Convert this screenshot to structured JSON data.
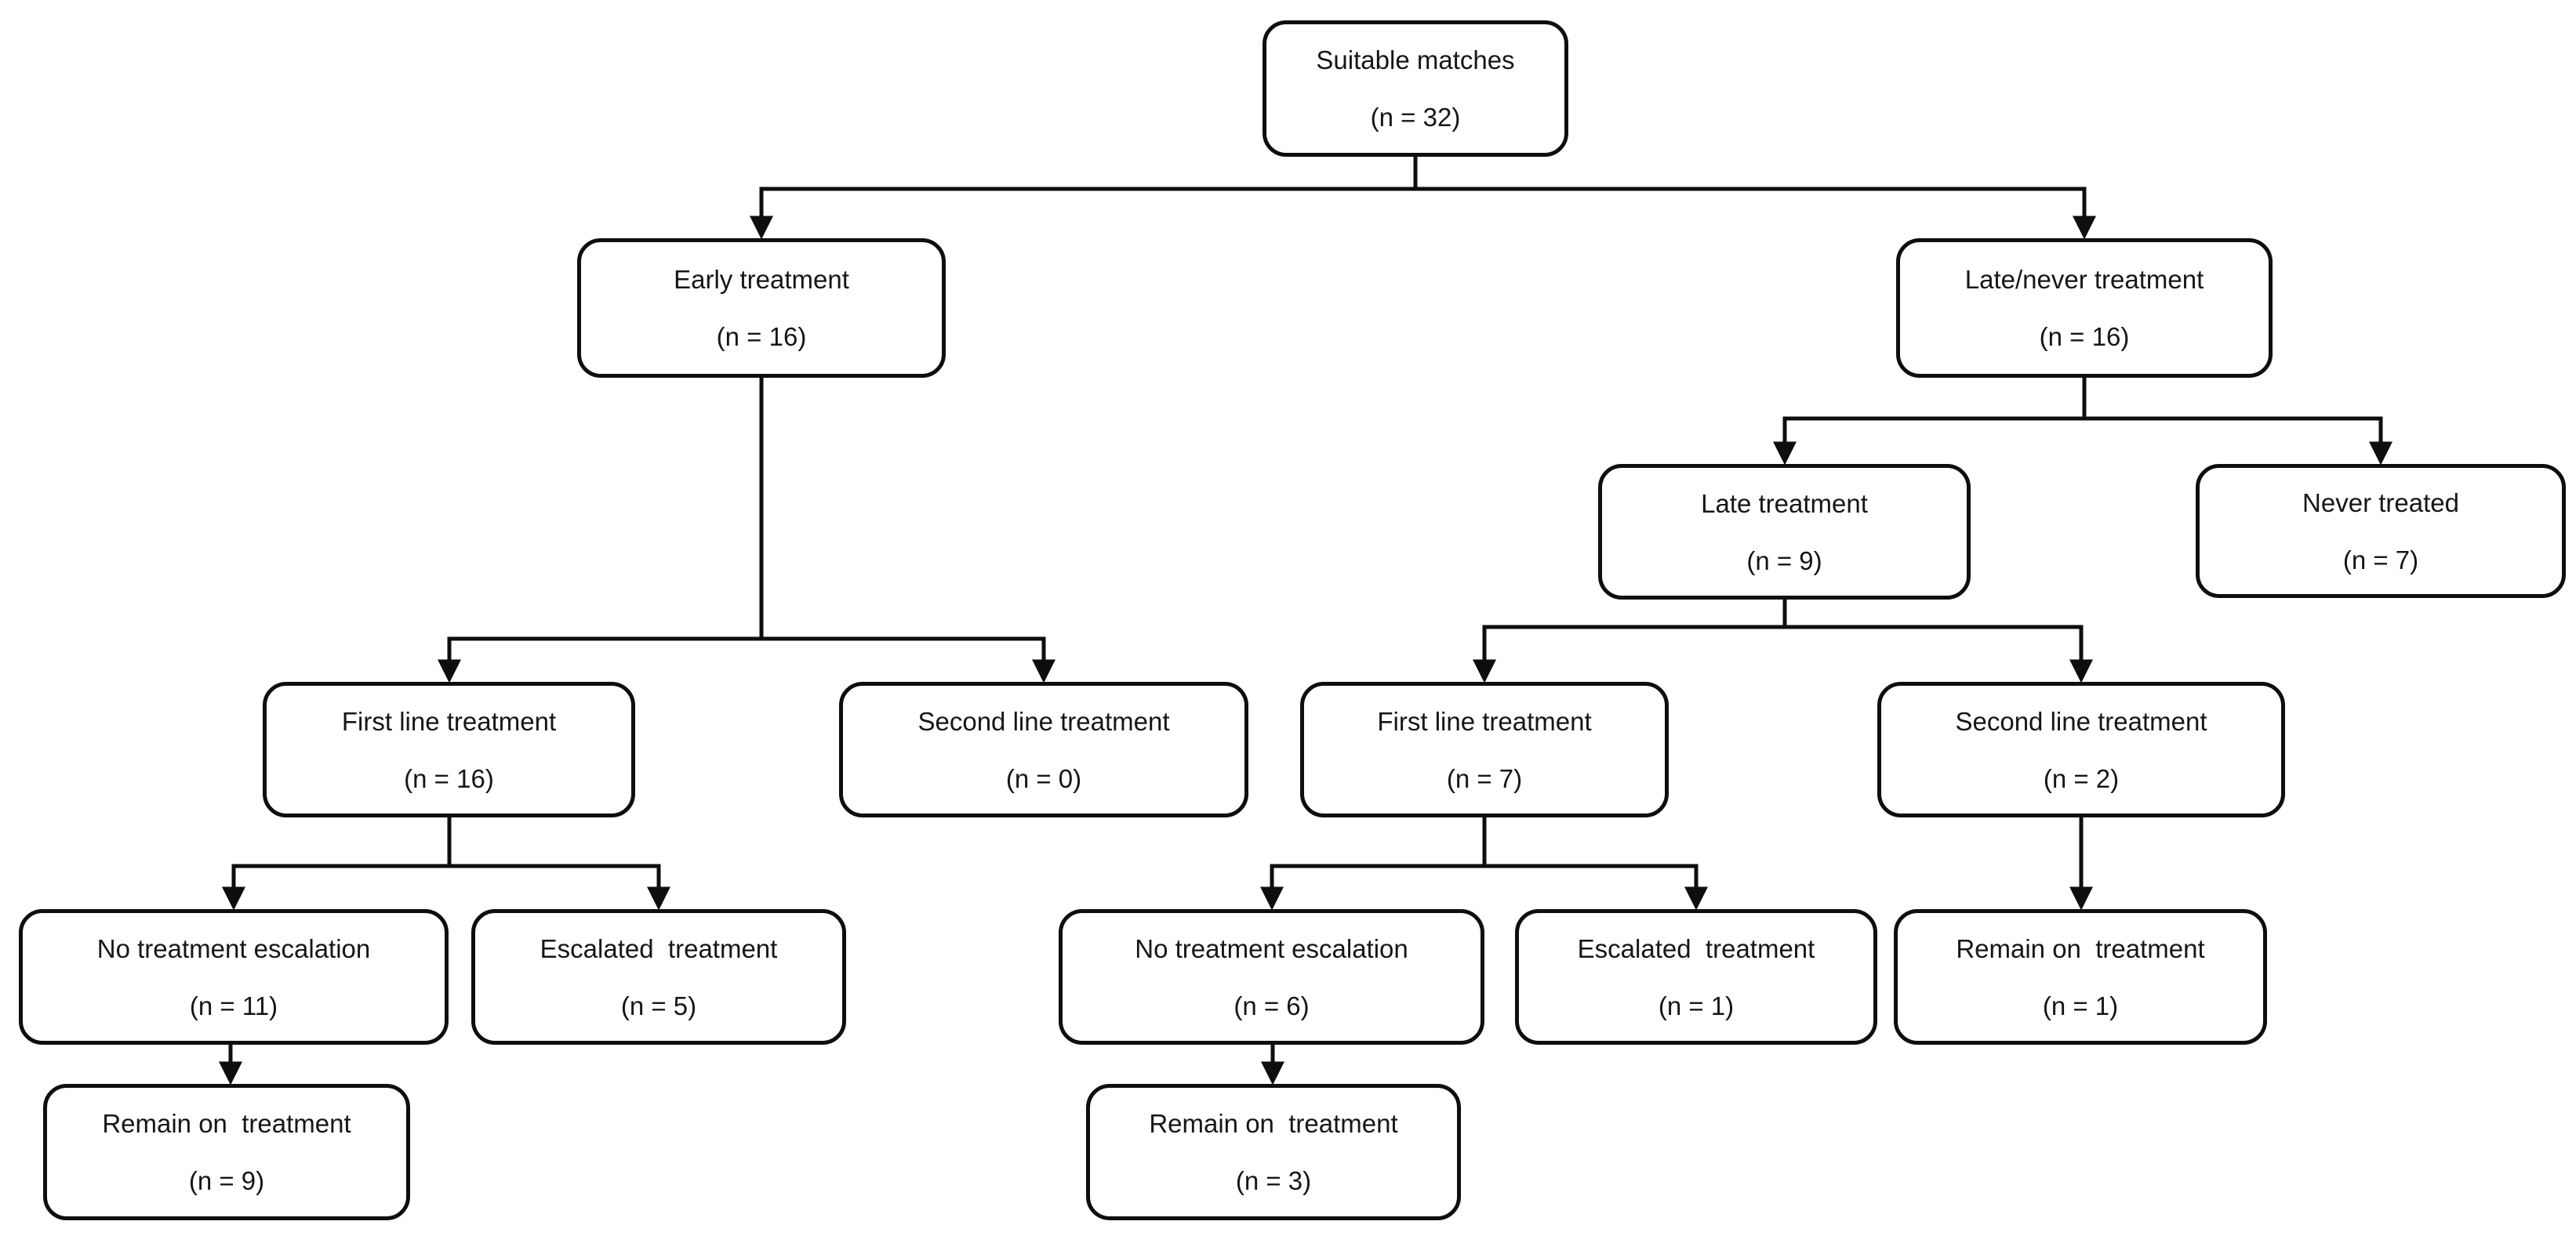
{
  "diagram": {
    "type": "flowchart",
    "background": "#ffffff",
    "line_color": "#0e0e0e",
    "box_border_color": "#0e0e0e",
    "text_color": "#161616",
    "nodes": {
      "suitable": {
        "label": "Suitable matches",
        "n": 32,
        "n_text": "(n = 32)"
      },
      "early": {
        "label": "Early treatment",
        "n": 16,
        "n_text": "(n = 16)"
      },
      "late_never": {
        "label": "Late/never treatment",
        "n": 16,
        "n_text": "(n = 16)"
      },
      "late": {
        "label": "Late treatment",
        "n": 9,
        "n_text": "(n = 9)"
      },
      "never": {
        "label": "Never treated",
        "n": 7,
        "n_text": "(n = 7)"
      },
      "first_line_early": {
        "label": "First line treatment",
        "n": 16,
        "n_text": "(n = 16)"
      },
      "second_line_early": {
        "label": "Second line treatment",
        "n": 0,
        "n_text": "(n = 0)"
      },
      "first_line_late": {
        "label": "First line treatment",
        "n": 7,
        "n_text": "(n = 7)"
      },
      "second_line_late": {
        "label": "Second line treatment",
        "n": 2,
        "n_text": "(n = 2)"
      },
      "no_escalation_early": {
        "label": "No treatment escalation",
        "n": 11,
        "n_text": "(n = 11)"
      },
      "escalated_early": {
        "label": "Escalated  treatment",
        "n": 5,
        "n_text": "(n = 5)"
      },
      "no_escalation_late": {
        "label": "No treatment escalation",
        "n": 6,
        "n_text": "(n = 6)"
      },
      "escalated_late": {
        "label": "Escalated  treatment",
        "n": 1,
        "n_text": "(n = 1)"
      },
      "remain_second_line_late": {
        "label": "Remain on  treatment",
        "n": 1,
        "n_text": "(n = 1)"
      },
      "remain_early": {
        "label": "Remain on  treatment",
        "n": 9,
        "n_text": "(n = 9)"
      },
      "remain_late": {
        "label": "Remain on  treatment",
        "n": 3,
        "n_text": "(n = 3)"
      }
    },
    "edges": [
      {
        "from": "suitable",
        "to": "early"
      },
      {
        "from": "suitable",
        "to": "late_never"
      },
      {
        "from": "early",
        "to": "first_line_early"
      },
      {
        "from": "early",
        "to": "second_line_early"
      },
      {
        "from": "late_never",
        "to": "late"
      },
      {
        "from": "late_never",
        "to": "never"
      },
      {
        "from": "late",
        "to": "first_line_late"
      },
      {
        "from": "late",
        "to": "second_line_late"
      },
      {
        "from": "first_line_early",
        "to": "no_escalation_early"
      },
      {
        "from": "first_line_early",
        "to": "escalated_early"
      },
      {
        "from": "first_line_late",
        "to": "no_escalation_late"
      },
      {
        "from": "first_line_late",
        "to": "escalated_late"
      },
      {
        "from": "second_line_late",
        "to": "remain_second_line_late"
      },
      {
        "from": "no_escalation_early",
        "to": "remain_early"
      },
      {
        "from": "no_escalation_late",
        "to": "remain_late"
      }
    ]
  }
}
